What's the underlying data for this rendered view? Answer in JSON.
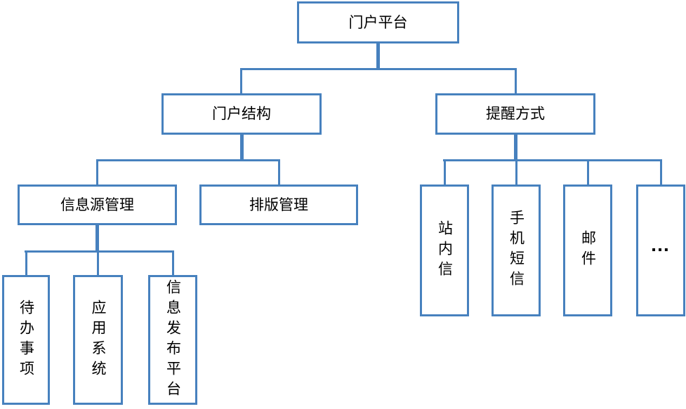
{
  "colors": {
    "line": "#4781BE",
    "text": "#000000",
    "background": "#FFFFFF"
  },
  "nodes": {
    "root": "门户平台",
    "structure": "门户结构",
    "reminder": "提醒方式",
    "info_source": "信息源管理",
    "layout_mgmt": "排版管理",
    "todo": "待办事项",
    "app_system": "应用系统",
    "info_publish": "信息发布平台",
    "site_message": "站内信",
    "sms": "手机短信",
    "email": "邮件",
    "more": "…"
  },
  "tree": {
    "label": "门户平台",
    "children": [
      {
        "label": "门户结构",
        "children": [
          {
            "label": "信息源管理",
            "children": [
              {
                "label": "待办事项"
              },
              {
                "label": "应用系统"
              },
              {
                "label": "信息发布平台"
              }
            ]
          },
          {
            "label": "排版管理"
          }
        ]
      },
      {
        "label": "提醒方式",
        "children": [
          {
            "label": "站内信"
          },
          {
            "label": "手机短信"
          },
          {
            "label": "邮件"
          },
          {
            "label": "…"
          }
        ]
      }
    ]
  }
}
